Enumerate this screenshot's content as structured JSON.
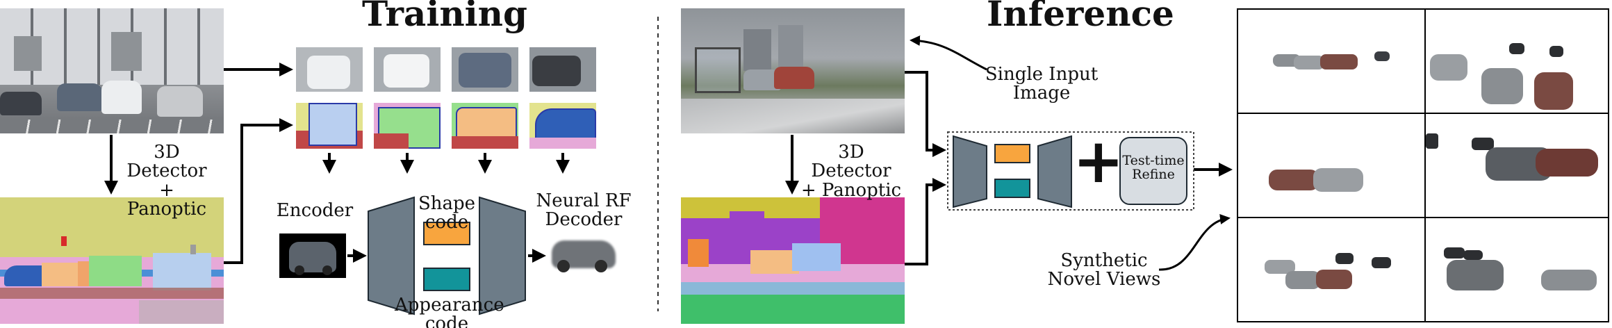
{
  "training": {
    "title": "Training",
    "detector_label_line1": "3D Detector",
    "detector_label_line2": "+ Panoptic",
    "encoder_label": "Encoder",
    "shape_code_label": "Shape code",
    "appearance_code_line1": "Appearance",
    "appearance_code_line2": "code",
    "decoder_line1": "Neural RF",
    "decoder_line2": "Decoder"
  },
  "inference": {
    "title": "Inference",
    "single_input_line1": "Single Input",
    "single_input_line2": "Image",
    "detector_label_line1": "3D Detector",
    "detector_label_line2": "+ Panoptic",
    "plus_sign": "+",
    "refine_line1": "Test-time",
    "refine_line2": "Refine",
    "synthetic_line1": "Synthetic",
    "synthetic_line2": "Novel Views"
  },
  "colors": {
    "shape_code": "#f8a53e",
    "appearance_code": "#12949a",
    "network_block": "#6d7c88",
    "refine_box": "#d8dde2",
    "box_wireframe": "#2a3aa8"
  }
}
